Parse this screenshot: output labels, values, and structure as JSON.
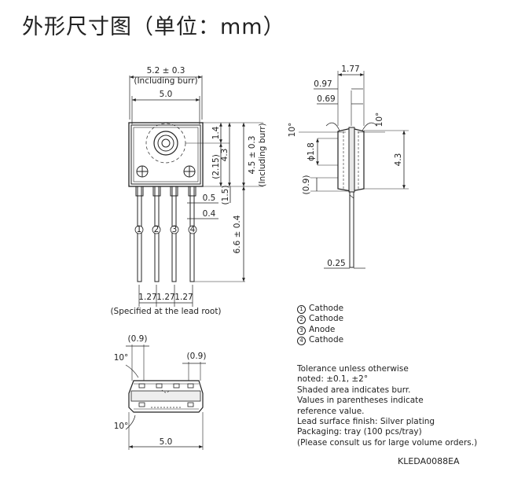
{
  "title": "外形尺寸图（单位：mm）",
  "front_view": {
    "width_dim": "5.2 ± 0.3",
    "width_note": "(Including burr)",
    "body_width": "5.0",
    "dim_14": "1.4",
    "dim_215": "(2.15)",
    "dim_43": "4.3",
    "dim_45": "4.5 ± 0.3",
    "height_note": "(Including burr)",
    "dim_15": "(1.5)",
    "lead_05": "0.5",
    "lead_04": "0.4",
    "lead_length": "6.6 ± 0.4",
    "pins": [
      "1",
      "2",
      "3",
      "4"
    ],
    "pitch": [
      "1.27",
      "1.27",
      "1.27"
    ],
    "lead_root_note": "(Specified at the lead root)"
  },
  "side_view": {
    "dim_177": "1.77",
    "dim_097": "0.97",
    "dim_069": "0.69",
    "angle_left": "10°",
    "angle_right": "10°",
    "dim_phi18": "ϕ1.8",
    "dim_43": "4.3",
    "dim_09": "(0.9)",
    "lead_thickness": "0.25"
  },
  "bottom_view": {
    "dim_09_left": "(0.9)",
    "dim_09_right": "(0.9)",
    "angle_top": "10°",
    "angle_bottom": "10°",
    "width": "5.0"
  },
  "pin_legend": [
    {
      "num": "1",
      "name": "Cathode"
    },
    {
      "num": "2",
      "name": "Cathode"
    },
    {
      "num": "3",
      "name": "Anode"
    },
    {
      "num": "4",
      "name": "Cathode"
    }
  ],
  "notes": [
    "Tolerance unless otherwise",
    "noted: ±0.1, ±2°",
    "Shaded area indicates burr.",
    "Values in parentheses indicate",
    "reference value.",
    "Lead surface finish: Silver plating",
    "Packaging: tray (100 pcs/tray)",
    "(Please consult us for large volume orders.)"
  ],
  "document_code": "KLEDA0088EA"
}
